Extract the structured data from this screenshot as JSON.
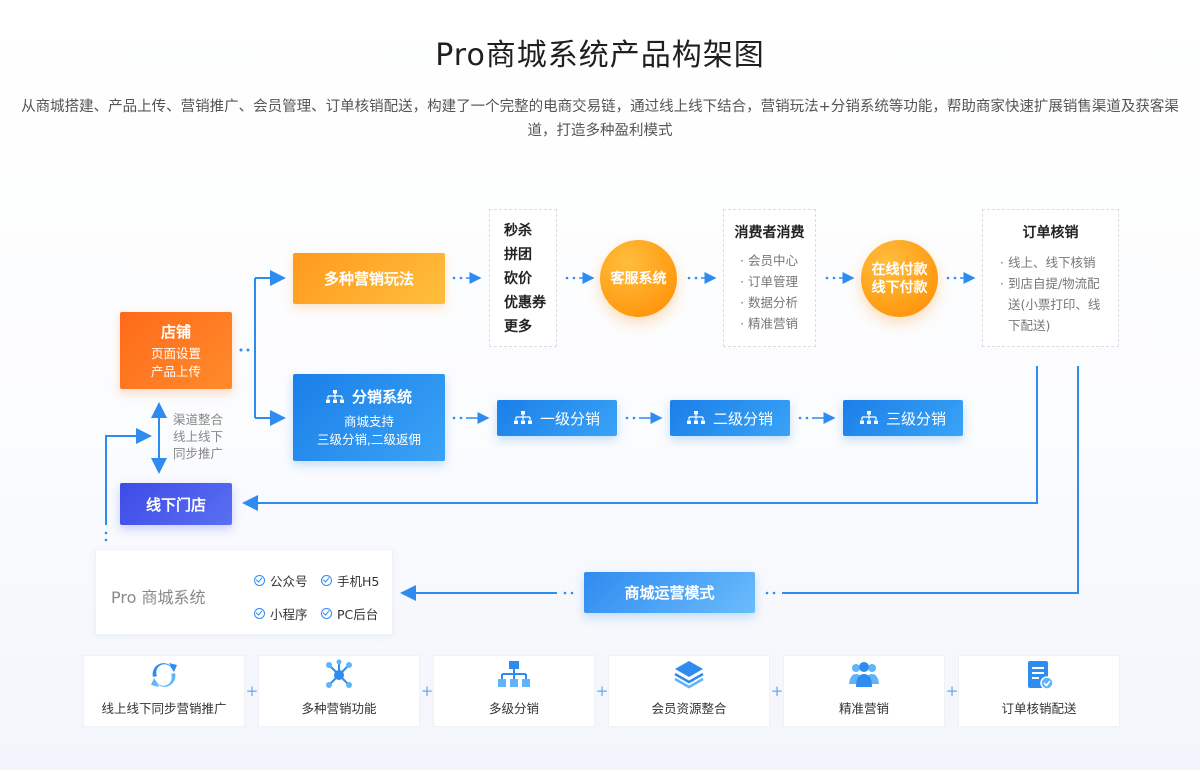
{
  "title": "Pro商城系统产品构架图",
  "subtitle": "从商城搭建、产品上传、营销推广、会员管理、订单核销配送，构建了一个完整的电商交易链，通过线上线下结合，营销玩法+分销系统等功能，帮助商家快速扩展销售渠道及获客渠道，打造多种盈利模式",
  "store": {
    "title": "店铺",
    "lines": [
      "页面设置",
      "产品上传"
    ]
  },
  "offline_store": {
    "title": "线下门店"
  },
  "channel_note": [
    "渠道整合",
    "线上线下",
    "同步推广"
  ],
  "marketing": {
    "title": "多种营销玩法"
  },
  "marketing_list": [
    "秒杀",
    "拼团",
    "砍价",
    "优惠券",
    "更多"
  ],
  "customer_service": {
    "title": "客服系统"
  },
  "consumer": {
    "title": "消费者消费",
    "items": [
      "· 会员中心",
      "· 订单管理",
      "· 数据分析",
      "· 精准营销"
    ]
  },
  "payment": {
    "lines": [
      "在线付款",
      "线下付款"
    ]
  },
  "order": {
    "title": "订单核销",
    "items": [
      "· 线上、线下核销",
      "· 到店自提/物流配",
      "  送(小票打印、线",
      "  下配送)"
    ]
  },
  "distribution": {
    "title": "分销系统",
    "lines": [
      "商城支持",
      "三级分销,二级返佣"
    ]
  },
  "levels": [
    "一级分销",
    "二级分销",
    "三级分销"
  ],
  "operation_mode": {
    "title": "商城运营模式"
  },
  "pro_card": {
    "title": "Pro 商城系统",
    "platforms": [
      "公众号",
      "手机H5",
      "小程序",
      "PC后台"
    ]
  },
  "features": [
    {
      "label": "线上线下同步营销推广",
      "icon": "sync-icon"
    },
    {
      "label": "多种营销功能",
      "icon": "network-icon"
    },
    {
      "label": "多级分销",
      "icon": "hierarchy-icon"
    },
    {
      "label": "会员资源整合",
      "icon": "layers-icon"
    },
    {
      "label": "精准营销",
      "icon": "users-icon"
    },
    {
      "label": "订单核销配送",
      "icon": "document-check-icon"
    }
  ],
  "colors": {
    "orange": "#ff9a1e",
    "blue": "#1a7fe8",
    "indigo": "#3d4be6",
    "connector": "#2e8cf0"
  }
}
